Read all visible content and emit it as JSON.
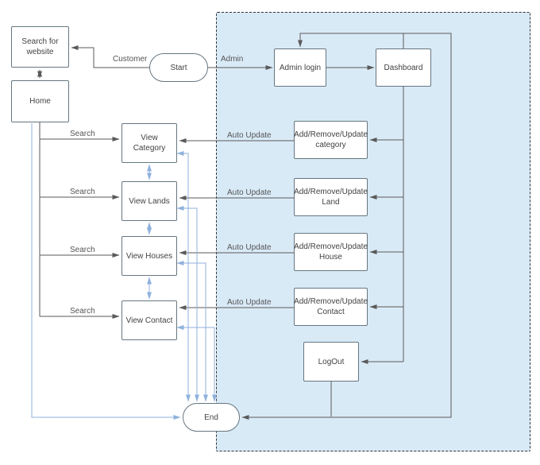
{
  "diagram": {
    "nodes": {
      "search_for_website": {
        "lines": [
          "Search for",
          "website"
        ]
      },
      "home": {
        "lines": [
          "Home"
        ]
      },
      "start": {
        "lines": [
          "Start"
        ]
      },
      "view_category": {
        "lines": [
          "View",
          "Category"
        ]
      },
      "view_lands": {
        "lines": [
          "View Lands"
        ]
      },
      "view_houses": {
        "lines": [
          "View Houses"
        ]
      },
      "view_contact": {
        "lines": [
          "View Contact"
        ]
      },
      "admin_login": {
        "lines": [
          "Admin login"
        ]
      },
      "dashboard": {
        "lines": [
          "Dashboard"
        ]
      },
      "crud_category": {
        "lines": [
          "Add/Remove/Update",
          "category"
        ]
      },
      "crud_land": {
        "lines": [
          "Add/Remove/Update",
          "Land"
        ]
      },
      "crud_house": {
        "lines": [
          "Add/Remove/Update",
          "House"
        ]
      },
      "crud_contact": {
        "lines": [
          "Add/Remove/Update",
          "Contact"
        ]
      },
      "logout": {
        "lines": [
          "LogOut"
        ]
      },
      "end": {
        "lines": [
          "End"
        ]
      }
    },
    "edge_labels": {
      "customer": "Customer",
      "admin": "Admin",
      "search_category": "Search",
      "search_lands": "Search",
      "search_houses": "Search",
      "search_contact": "Search",
      "auto_update_category": "Auto Update",
      "auto_update_land": "Auto Update",
      "auto_update_house": "Auto Update",
      "auto_update_contact": "Auto Update"
    },
    "colors": {
      "admin_panel_fill": "#d9eaf7",
      "panel_border": "#333333",
      "connector_gray": "#5a5a5a",
      "connector_blue": "#8fb1dd",
      "node_border": "#667680",
      "node_background": "#ffffff",
      "text": "#424242"
    }
  }
}
